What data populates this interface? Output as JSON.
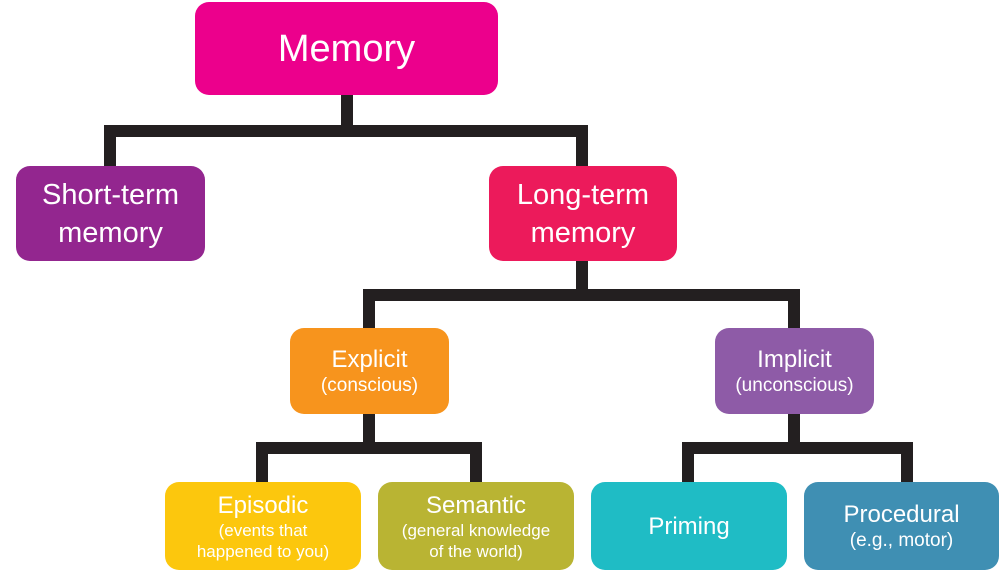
{
  "colors": {
    "connector": "#231f20",
    "memory": "#ec008c",
    "short_term": "#93268f",
    "long_term": "#ec1a5b",
    "explicit": "#f7941d",
    "implicit": "#8e5ba7",
    "episodic": "#fcc70d",
    "semantic": "#b9b433",
    "priming": "#1fbcc5",
    "procedural": "#3f8fb3"
  },
  "nodes": {
    "memory": {
      "title": "Memory"
    },
    "short_term": {
      "title": "Short-term\nmemory"
    },
    "long_term": {
      "title": "Long-term\nmemory"
    },
    "explicit": {
      "title": "Explicit",
      "subtitle": "(conscious)"
    },
    "implicit": {
      "title": "Implicit",
      "subtitle": "(unconscious)"
    },
    "episodic": {
      "title": "Episodic",
      "subtitle": "(events that\nhappened to you)"
    },
    "semantic": {
      "title": "Semantic",
      "subtitle": "(general knowledge\nof the world)"
    },
    "priming": {
      "title": "Priming"
    },
    "procedural": {
      "title": "Procedural",
      "subtitle": "(e.g., motor)"
    }
  }
}
